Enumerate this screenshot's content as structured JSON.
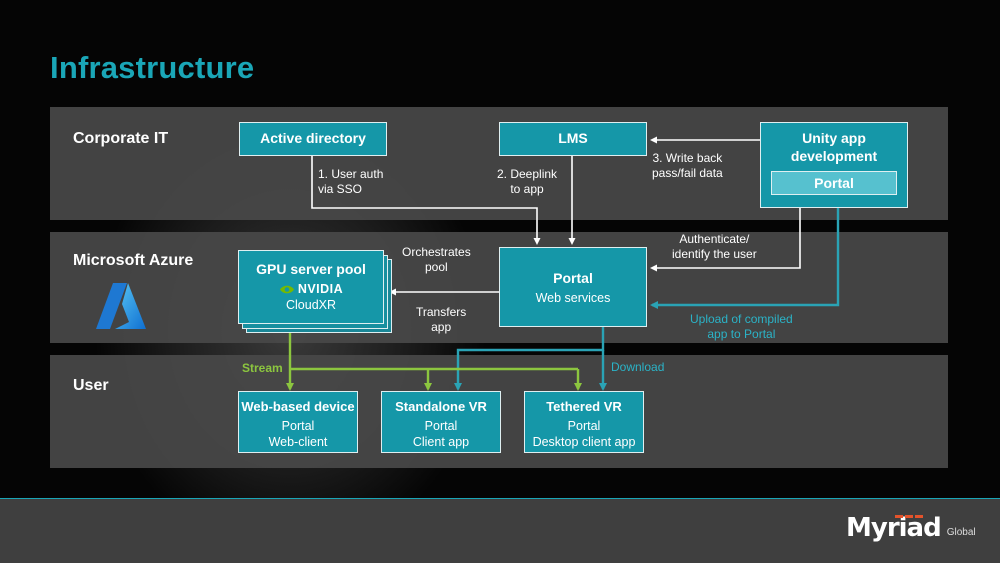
{
  "title": "Infrastructure",
  "bands": {
    "corporate": "Corporate IT",
    "azure": "Microsoft Azure",
    "user": "User"
  },
  "boxes": {
    "active_directory": "Active directory",
    "lms": "LMS",
    "unity_title": "Unity app development",
    "unity_portal": "Portal",
    "gpu_title": "GPU server pool",
    "gpu_nvidia": "NVIDIA",
    "gpu_cloudxr": "CloudXR",
    "portal_title": "Portal",
    "portal_sub": "Web services",
    "web_title": "Web-based device",
    "web_sub1": "Portal",
    "web_sub2": "Web-client",
    "standalone_title": "Standalone VR",
    "standalone_sub1": "Portal",
    "standalone_sub2": "Client app",
    "tethered_title": "Tethered VR",
    "tethered_sub1": "Portal",
    "tethered_sub2": "Desktop client app"
  },
  "labels": {
    "user_auth": "1. User auth\nvia SSO",
    "deeplink": "2. Deeplink\nto app",
    "write_back": "3. Write back\npass/fail data",
    "orchestrates": "Orchestrates\npool",
    "transfers": "Transfers\napp",
    "authenticate": "Authenticate/\nidentify the user",
    "upload": "Upload of compiled\napp to Portal",
    "stream": "Stream",
    "download": "Download"
  },
  "logo": {
    "word": "Myriad",
    "sub": "Global"
  },
  "colors": {
    "accent": "#1aa6b7",
    "box": "#1597a8",
    "stream": "#8cc63f",
    "download": "#2aa3b5"
  },
  "icons": {
    "azure": "azure-logo-icon",
    "nvidia": "nvidia-eye-icon"
  }
}
